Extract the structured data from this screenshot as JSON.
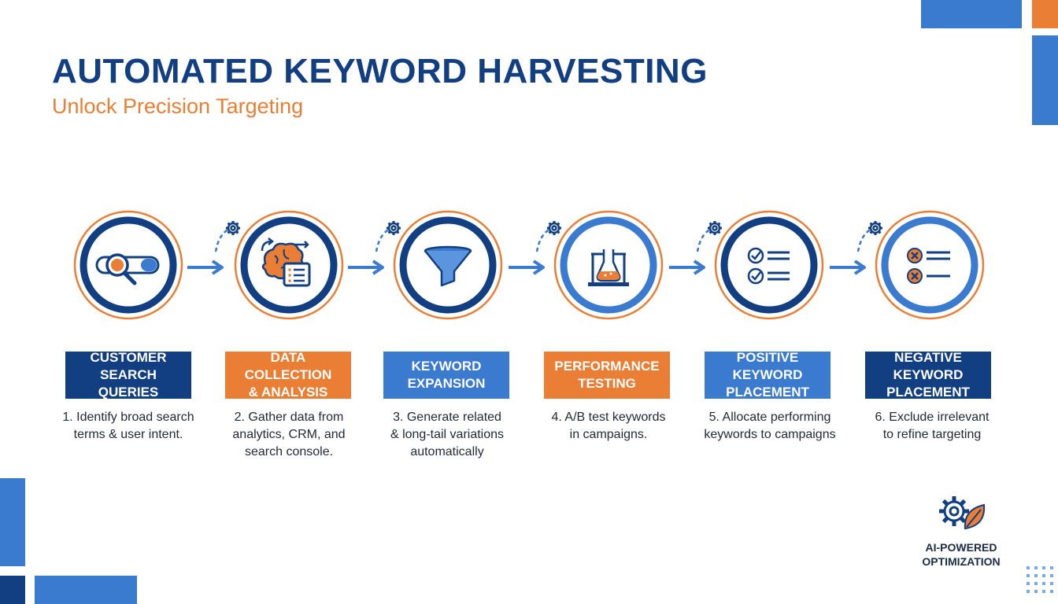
{
  "header": {
    "title": "AUTOMATED KEYWORD HARVESTING",
    "subtitle": "Unlock Precision Targeting"
  },
  "colors": {
    "navy": "#123f82",
    "blue": "#3a7bd0",
    "orange": "#ea7e35",
    "text": "#222a36"
  },
  "steps": [
    {
      "label": "CUSTOMER\nSEARCH QUERIES",
      "description": "1. Identify broad search\nterms & user intent.",
      "icon": "magnifier-search-bar-icon",
      "label_color": "#123f82"
    },
    {
      "label": "DATA COLLECTION\n& ANALYSIS",
      "description": "2. Gather data from\nanalytics, CRM, and\nsearch console.",
      "icon": "brain-data-icon",
      "label_color": "#ea7e35"
    },
    {
      "label": "KEYWORD\nEXPANSION",
      "description": "3. Generate related\n& long-tail variations\nautomatically",
      "icon": "funnel-icon",
      "label_color": "#3a7bd0"
    },
    {
      "label": "PERFORMANCE\nTESTING",
      "description": "4. A/B test keywords\nin campaigns.",
      "icon": "flask-icon",
      "label_color": "#ea7e35"
    },
    {
      "label": "POSITIVE KEYWORD\nPLACEMENT",
      "description": "5. Allocate performing\nkeywords to campaigns",
      "icon": "checklist-icon",
      "label_color": "#3a7bd0"
    },
    {
      "label": "NEGATIVE KEYWORD\nPLACEMENT",
      "description": "6. Exclude irrelevant\nto refine targeting",
      "icon": "exclude-list-icon",
      "label_color": "#123f82"
    }
  ],
  "badge": {
    "text": "AI-POWERED\nOPTIMIZATION",
    "icon": "gear-leaf-icon"
  }
}
